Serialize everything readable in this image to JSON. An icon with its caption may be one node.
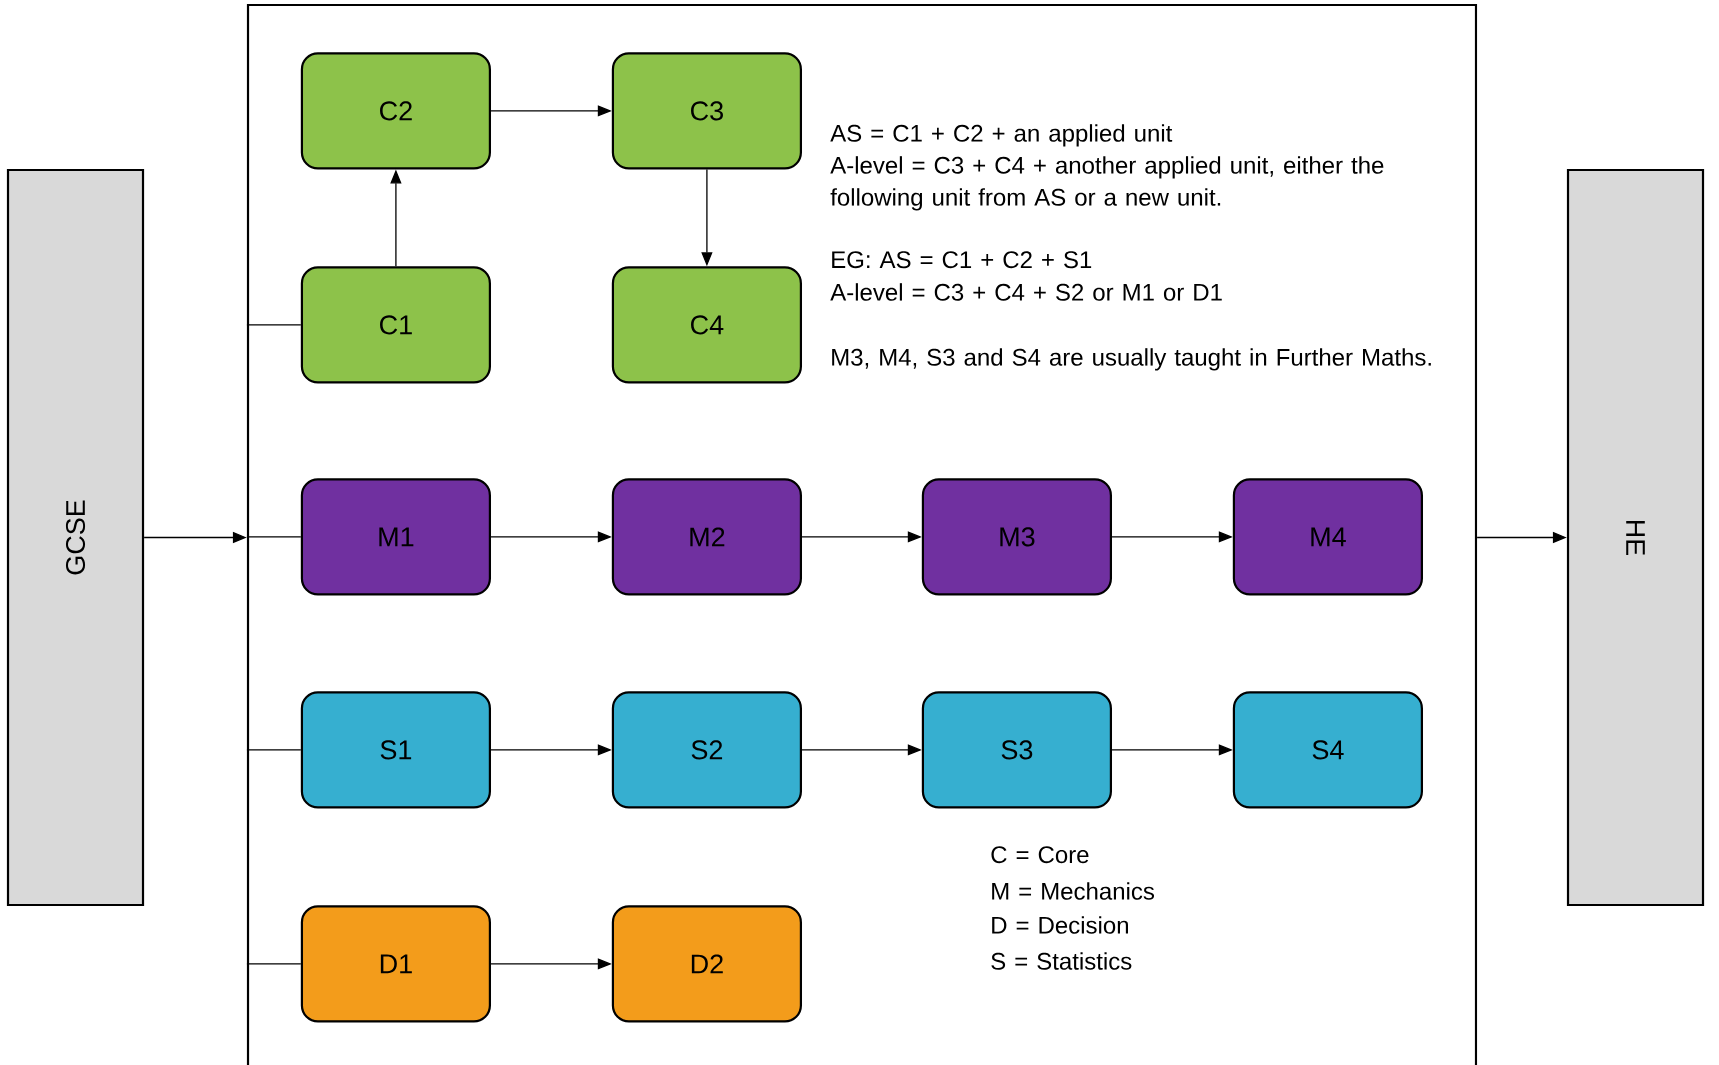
{
  "diagram": {
    "nodes": [
      {
        "text": [
          "GCSE"
        ]
      },
      {
        "text": [],
        "shape": "box"
      },
      {
        "text": [
          "C2"
        ],
        "in": 1
      },
      {
        "text": [
          "C3"
        ],
        "in": 1
      },
      {
        "text": [
          "C1"
        ],
        "in": 1
      },
      {
        "text": [
          "C4"
        ],
        "in": 1
      },
      {
        "text": [
          "M1"
        ],
        "in": 1
      },
      {
        "text": [
          "M2"
        ],
        "in": 1
      },
      {
        "text": [
          "M3"
        ],
        "in": 1
      },
      {
        "text": [
          "M4"
        ],
        "in": 1
      },
      {
        "text": [
          "S1"
        ],
        "in": 1
      },
      {
        "text": [
          "S2"
        ],
        "in": 1
      },
      {
        "text": [
          "S3"
        ],
        "in": 1
      },
      {
        "text": [
          "S4"
        ],
        "in": 1
      },
      {
        "text": [
          "D1"
        ],
        "in": 1
      },
      {
        "text": [
          "D2"
        ],
        "in": 1
      },
      {
        "text": [
          "HE"
        ]
      }
    ],
    "edges": [
      {
        "from": 0,
        "to": 1,
        "arrow": "to"
      },
      {
        "from": 1,
        "to": 16,
        "arrow": "to"
      },
      {
        "from": 1,
        "to": 4,
        "arrow": "none"
      },
      {
        "from": 1,
        "to": 6,
        "arrow": "none"
      },
      {
        "from": 1,
        "to": 10,
        "arrow": "none"
      },
      {
        "from": 1,
        "to": 14,
        "arrow": "none"
      },
      {
        "from": 4,
        "to": 2,
        "arrow": "to"
      },
      {
        "from": 2,
        "to": 3,
        "arrow": "to"
      },
      {
        "from": 3,
        "to": 5,
        "arrow": "to"
      },
      {
        "from": 6,
        "to": 7,
        "arrow": "to"
      },
      {
        "from": 7,
        "to": 8,
        "arrow": "to"
      },
      {
        "from": 8,
        "to": 9,
        "arrow": "to"
      },
      {
        "from": 10,
        "to": 11,
        "arrow": "to"
      },
      {
        "from": 11,
        "to": 12,
        "arrow": "to"
      },
      {
        "from": 12,
        "to": 13,
        "arrow": "to"
      },
      {
        "from": 14,
        "to": 15,
        "arrow": "to"
      }
    ],
    "labels": [
      "AS = C1 + C2 + an applied unit",
      "A-level = C3 + C4 + another applied unit, either the following unit from AS or a new unit.",
      "EG: AS = C1 + C2 + S1",
      "A-level = C3 + C4 + S2 or M1 or D1",
      "M3, M4, S3 and S4 are usually taught in Further Maths.",
      "C = Core",
      "M = Mechanics",
      "D = Decision",
      "S = Statistics"
    ]
  }
}
